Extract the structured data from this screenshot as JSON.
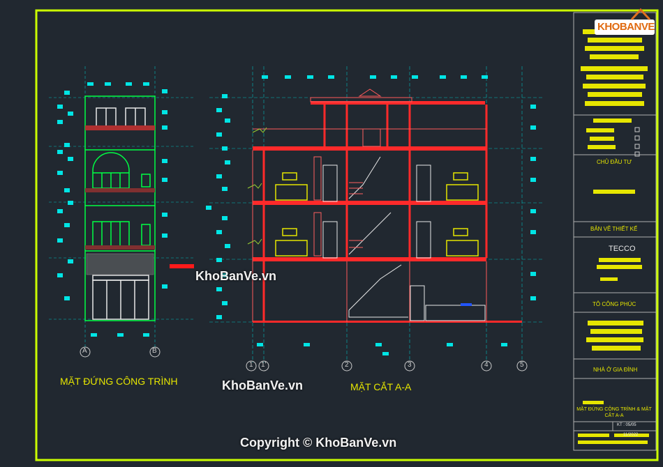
{
  "drawing": {
    "elevation_title": "MẶT ĐỨNG CÔNG TRÌNH",
    "section_title": "MẶT CẮT A-A",
    "elevation_grid": [
      "A",
      "B"
    ],
    "section_grid": [
      "1",
      "1'",
      "2",
      "3",
      "4",
      "5"
    ]
  },
  "titleblock": {
    "owner_header": "CHỦ ĐẦU TƯ",
    "designer_header": "BẢN VẼ THIẾT KẾ",
    "company": "TECCO",
    "person": "TÔ CÔNG PHÚC",
    "project_type": "NHÀ Ở GIA ĐÌNH",
    "sheet_title": "MẶT ĐỨNG CÔNG TRÌNH & MẶT CẮT A-A",
    "sheet_no": "KT : 05/05",
    "date": "11/2022"
  },
  "logo": {
    "text": "KHOBANVE"
  },
  "watermarks": {
    "a": "KhoBanVe.vn",
    "b": "KhoBanVe.vn",
    "copyright": "Copyright © KhoBanVe.vn"
  },
  "colors": {
    "border": "#ccff00",
    "wall": "#ff2a2a",
    "dim": "#00e5e5",
    "text_yellow": "#e6e600",
    "line_green": "#00ff44",
    "furniture": "#e6e600"
  }
}
